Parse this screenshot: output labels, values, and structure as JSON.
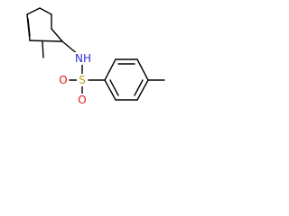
{
  "atoms": {
    "nh": {
      "text": "NH",
      "color": "#2f2fd6"
    },
    "s": {
      "text": "S",
      "color": "#b5a21b"
    },
    "o_left": {
      "text": "O",
      "color": "#e3171b"
    },
    "o_right": {
      "text": "O",
      "color": "#e3171b"
    }
  }
}
